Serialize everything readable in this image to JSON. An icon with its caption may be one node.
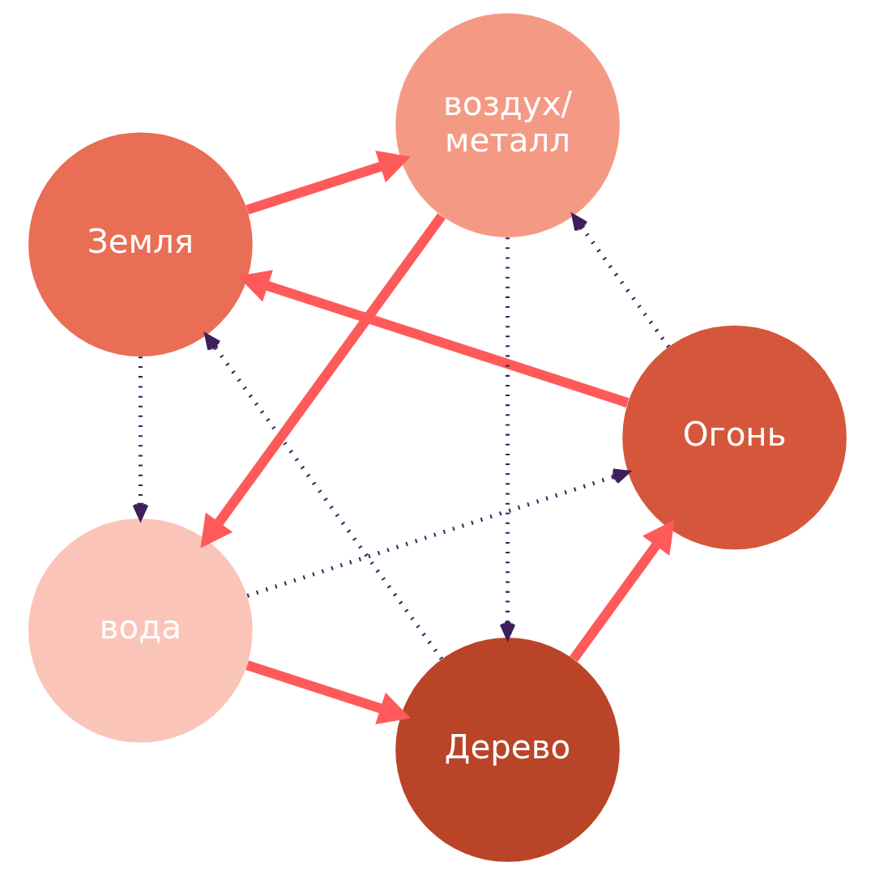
{
  "diagram": {
    "nodes": [
      {
        "text": [
          "Дерево"
        ]
      },
      {
        "text": [
          "Огонь"
        ]
      },
      {
        "text": [
          "Земля"
        ]
      },
      {
        "text": [
          "воздух/ металл"
        ]
      },
      {
        "text": [
          "вода"
        ]
      }
    ],
    "edges": [
      {
        "from": 0,
        "to": 1,
        "arrow": "to",
        "style": "thick",
        "color": "#ff5a5a"
      },
      {
        "from": 1,
        "to": 2,
        "arrow": "to",
        "style": "thick",
        "color": "#ff5a5a"
      },
      {
        "from": 2,
        "to": 3,
        "arrow": "to",
        "style": "thick",
        "color": "#ff5a5a"
      },
      {
        "from": 3,
        "to": 4,
        "arrow": "to",
        "style": "thick",
        "color": "#ff5a5a"
      },
      {
        "from": 4,
        "to": 0,
        "arrow": "to",
        "style": "thick",
        "color": "#ff5a5a"
      },
      {
        "from": 0,
        "to": 2,
        "arrow": "to",
        "style": "dashed",
        "color": "#3d1f5c"
      },
      {
        "from": 1,
        "to": 3,
        "arrow": "to",
        "style": "dashed",
        "color": "#3d1f5c"
      },
      {
        "from": 2,
        "to": 4,
        "arrow": "to",
        "style": "dashed",
        "color": "#3d1f5c"
      },
      {
        "from": 3,
        "to": 0,
        "arrow": "to",
        "style": "dashed",
        "color": "#3d1f5c"
      },
      {
        "from": 4,
        "to": 1,
        "arrow": "to",
        "style": "dashed",
        "color": "#3d1f5c"
      }
    ]
  }
}
